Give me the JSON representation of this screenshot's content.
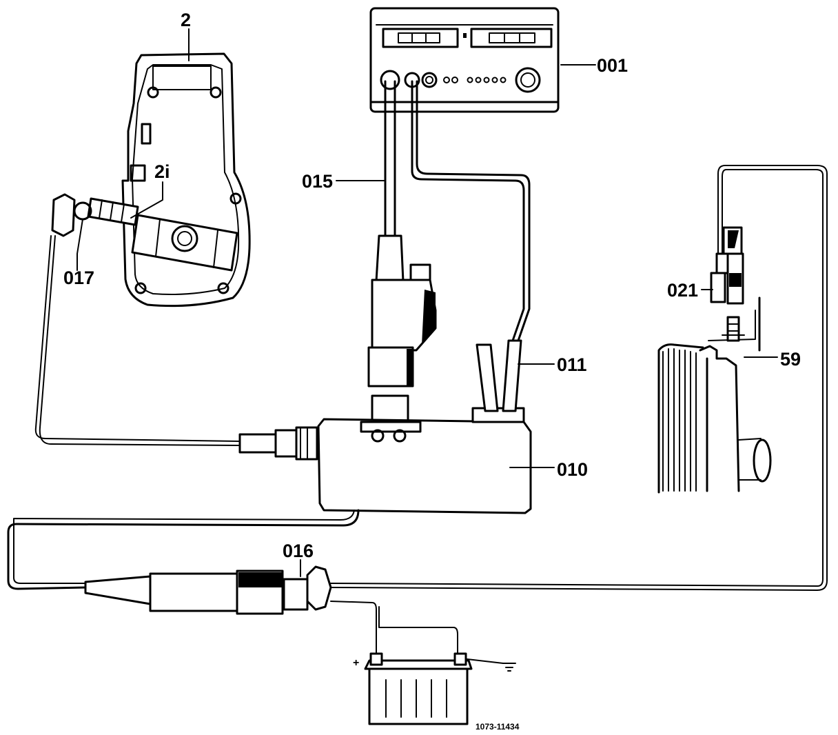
{
  "labels": {
    "tester": "001",
    "distributor": "2",
    "sensor": "2i",
    "probe_cable": "015",
    "sensor_plug": "017",
    "clip_cable": "011",
    "adapter_box": "010",
    "clamp": "016",
    "tdc_sensor": "021",
    "mark": "59"
  },
  "battery": {
    "plus": "+"
  },
  "figure_id": "1073-11434"
}
